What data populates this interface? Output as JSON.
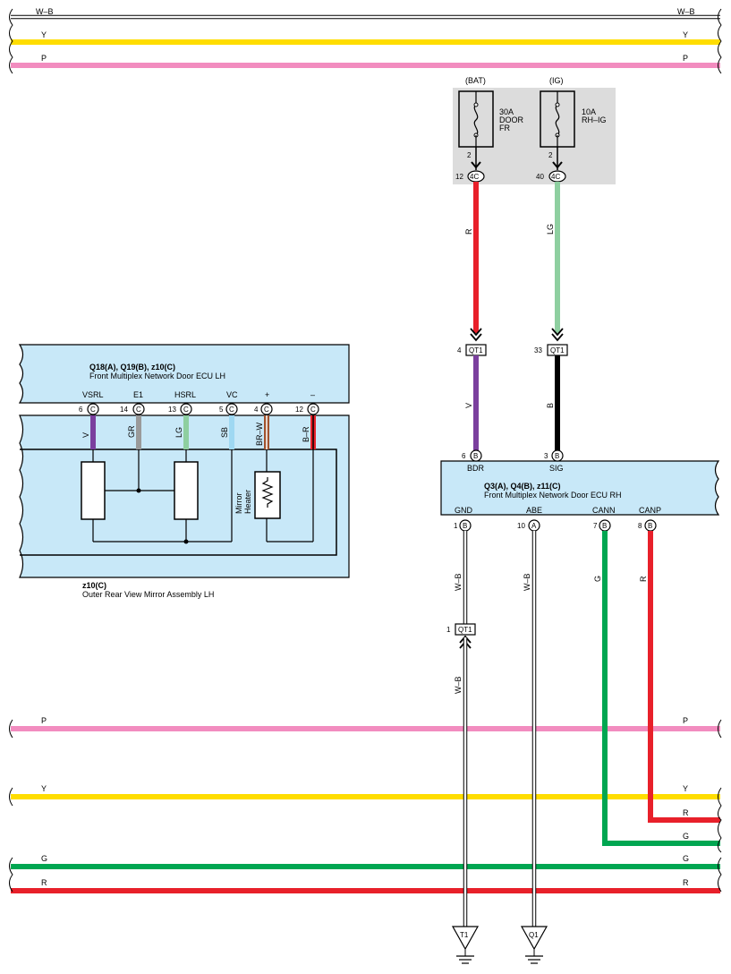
{
  "colors": {
    "yellow": "#FFDD00",
    "pink": "#F28CBF",
    "red": "#E8202A",
    "green": "#00A651",
    "light_green": "#8ECFA0",
    "violet": "#7B3F9E",
    "gray": "#9A9A9A",
    "sky_blue": "#9FD8F2",
    "brown": "#A0522D",
    "ecu_fill": "#C8E8F8",
    "fuse_box_fill": "#DCDCDC"
  },
  "bus_wires_top": [
    {
      "left": "W–B",
      "right": "W–B",
      "color": "white"
    },
    {
      "left": "Y",
      "right": "Y",
      "color": "yellow"
    },
    {
      "left": "P",
      "right": "P",
      "color": "pink"
    }
  ],
  "bus_wires_bottom": [
    {
      "left": "P",
      "right": "P",
      "color": "pink"
    },
    {
      "left": "Y",
      "right": "Y",
      "color": "yellow"
    },
    {
      "left": "G",
      "right": "G",
      "color": "green"
    },
    {
      "left": "R",
      "right": "R",
      "color": "red"
    }
  ],
  "fuses": [
    {
      "source": "(BAT)",
      "rating": "30A",
      "name_line1": "DOOR",
      "name_line2": "FR",
      "pin": "2",
      "connector": "4C",
      "connector_pin": "12"
    },
    {
      "source": "(IG)",
      "rating": "10A",
      "name_line1": "RH–IG",
      "name_line2": "",
      "pin": "2",
      "connector": "4C",
      "connector_pin": "40"
    }
  ],
  "fuse_wires": {
    "left": "R",
    "right": "LG"
  },
  "junction": {
    "name": "QT1",
    "left_pin": "4",
    "right_pin": "33",
    "gnd_pin": "1"
  },
  "junction_wires": {
    "left": "V",
    "right": "B"
  },
  "ecu_lh": {
    "code": "Q18(A), Q19(B), z10(C)",
    "name": "Front Multiplex Network Door ECU LH",
    "terminals": [
      {
        "label": "VSRL",
        "pin": "6",
        "conn": "C",
        "wire": "V"
      },
      {
        "label": "E1",
        "pin": "14",
        "conn": "C",
        "wire": "GR"
      },
      {
        "label": "HSRL",
        "pin": "13",
        "conn": "C",
        "wire": "LG"
      },
      {
        "label": "VC",
        "pin": "5",
        "conn": "C",
        "wire": "SB"
      },
      {
        "label": "+",
        "pin": "4",
        "conn": "C",
        "wire": "BR–W"
      },
      {
        "label": "–",
        "pin": "12",
        "conn": "C",
        "wire": "B–R"
      }
    ]
  },
  "mirror": {
    "heater_line1": "Mirror",
    "heater_line2": "Heater",
    "code": "z10(C)",
    "name": "Outer Rear View Mirror Assembly LH"
  },
  "ecu_rh": {
    "code": "Q3(A), Q4(B), z11(C)",
    "name": "Front Multiplex Network Door ECU RH",
    "top_terminals": [
      {
        "label": "BDR",
        "pin": "6",
        "conn": "B"
      },
      {
        "label": "SIG",
        "pin": "3",
        "conn": "B"
      }
    ],
    "bottom_terminals": [
      {
        "label": "GND",
        "pin": "1",
        "conn": "B",
        "wire": "W–B"
      },
      {
        "label": "ABE",
        "pin": "10",
        "conn": "A",
        "wire": "W–B"
      },
      {
        "label": "CANN",
        "pin": "7",
        "conn": "B",
        "wire": "G"
      },
      {
        "label": "CANP",
        "pin": "8",
        "conn": "B",
        "wire": "R"
      }
    ]
  },
  "gnd_lower_wire": "W–B",
  "grounds": [
    {
      "name": "T1"
    },
    {
      "name": "Q1"
    }
  ]
}
